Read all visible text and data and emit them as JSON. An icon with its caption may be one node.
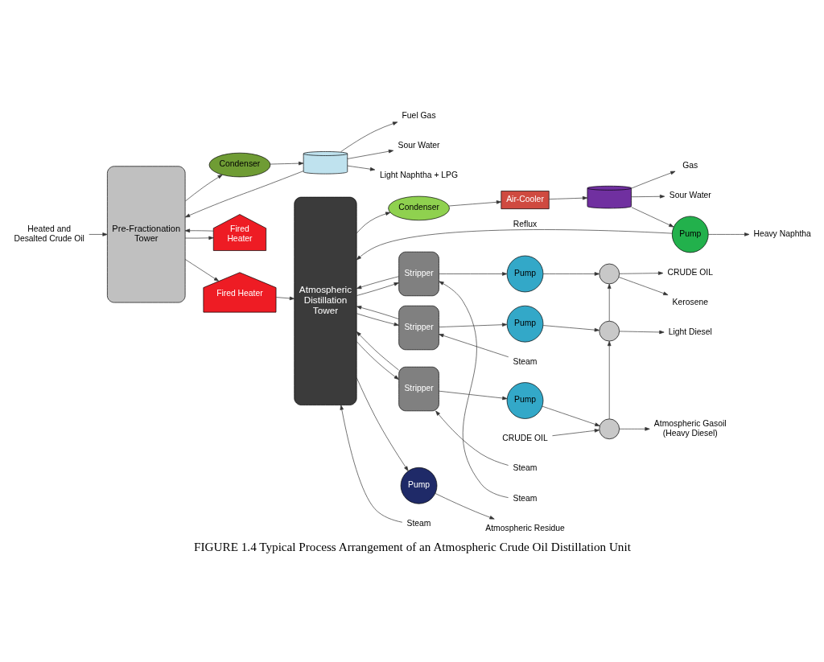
{
  "diagram": {
    "caption": "FIGURE 1.4 Typical Process Arrangement of an Atmospheric Crude Oil Distillation Unit",
    "nodes": [
      {
        "text": [
          "Condenser"
        ]
      },
      {
        "text": [
          "Fuel Gas"
        ]
      },
      {
        "text": [],
        "shape": "cylinder"
      },
      {
        "text": [
          "Sour Water"
        ]
      },
      {
        "text": [
          "Light Naphtha + LPG"
        ]
      },
      {
        "text": [
          "Pre-Fractionation Tower"
        ]
      },
      {
        "text": [
          "Heated and Desalted Crude Oil"
        ]
      },
      {
        "text": [
          "Fired Heater"
        ]
      },
      {
        "text": [
          "Fired Heater"
        ]
      },
      {
        "text": [
          "Atmospheric Distillation Tower"
        ]
      },
      {
        "text": [
          "Condenser"
        ]
      },
      {
        "text": [
          "Air-Cooler"
        ]
      },
      {
        "text": [],
        "shape": "cylinder"
      },
      {
        "text": [
          "Gas"
        ]
      },
      {
        "text": [
          "Sour Water"
        ]
      },
      {
        "text": [
          "Pump"
        ]
      },
      {
        "text": [
          "Heavy Naphtha"
        ]
      },
      {
        "text": [
          "Stripper"
        ]
      },
      {
        "text": [
          "Steam"
        ]
      },
      {
        "text": [
          "Pump"
        ]
      },
      {
        "text": [],
        "shape": "circle"
      },
      {
        "text": [
          "CRUDE OIL"
        ]
      },
      {
        "text": [
          "Kerosene"
        ]
      },
      {
        "text": [
          "Stripper"
        ]
      },
      {
        "text": [
          "Steam"
        ]
      },
      {
        "text": [
          "Pump"
        ]
      },
      {
        "text": [],
        "shape": "circle"
      },
      {
        "text": [
          "Light Diesel"
        ]
      },
      {
        "text": [
          "Stripper"
        ]
      },
      {
        "text": [
          "Steam"
        ]
      },
      {
        "text": [
          "Pump"
        ]
      },
      {
        "text": [],
        "shape": "circle"
      },
      {
        "text": [
          "Atmospheric Gasoil (Heavy Diesel)"
        ]
      },
      {
        "text": [
          "CRUDE OIL"
        ]
      },
      {
        "text": [
          "Steam"
        ]
      },
      {
        "text": [
          "Pump"
        ]
      },
      {
        "text": [
          "Atmospheric Residue"
        ]
      }
    ],
    "edges": [
      {
        "from": 6,
        "to": 5,
        "arrow": "to"
      },
      {
        "from": 5,
        "to": 0,
        "arrow": "to"
      },
      {
        "from": 0,
        "to": 2,
        "arrow": "to"
      },
      {
        "from": 2,
        "to": 1,
        "arrow": "to"
      },
      {
        "from": 2,
        "to": 3,
        "arrow": "to"
      },
      {
        "from": 2,
        "to": 4,
        "arrow": "to"
      },
      {
        "from": 2,
        "to": 5,
        "arrow": "to"
      },
      {
        "from": 5,
        "to": 7,
        "arrow": "to"
      },
      {
        "from": 7,
        "to": 5,
        "arrow": "to"
      },
      {
        "from": 5,
        "to": 8,
        "arrow": "to"
      },
      {
        "from": 8,
        "to": 9,
        "arrow": "to"
      },
      {
        "from": 9,
        "to": 10,
        "arrow": "to"
      },
      {
        "from": 10,
        "to": 11,
        "arrow": "to"
      },
      {
        "from": 11,
        "to": 12,
        "arrow": "to"
      },
      {
        "from": 12,
        "to": 13,
        "arrow": "to"
      },
      {
        "from": 12,
        "to": 14,
        "arrow": "to"
      },
      {
        "from": 12,
        "to": 15,
        "arrow": "to"
      },
      {
        "from": 15,
        "to": 9,
        "label": "Reflux",
        "arrow": "to"
      },
      {
        "from": 15,
        "to": 16,
        "arrow": "to"
      },
      {
        "from": 9,
        "to": 17,
        "arrow": "to"
      },
      {
        "from": 17,
        "to": 9,
        "arrow": "to"
      },
      {
        "from": 18,
        "to": 17,
        "arrow": "to"
      },
      {
        "from": 17,
        "to": 19,
        "arrow": "to"
      },
      {
        "from": 19,
        "to": 20,
        "arrow": "to"
      },
      {
        "from": 20,
        "to": 22,
        "arrow": "to"
      },
      {
        "from": 20,
        "to": 21,
        "arrow": "to"
      },
      {
        "from": 9,
        "to": 23,
        "arrow": "to"
      },
      {
        "from": 23,
        "to": 9,
        "arrow": "to"
      },
      {
        "from": 24,
        "to": 23,
        "arrow": "to"
      },
      {
        "from": 23,
        "to": 25,
        "arrow": "to"
      },
      {
        "from": 25,
        "to": 26,
        "arrow": "to"
      },
      {
        "from": 26,
        "to": 27,
        "arrow": "to"
      },
      {
        "from": 26,
        "to": 20,
        "arrow": "to"
      },
      {
        "from": 9,
        "to": 28,
        "arrow": "to"
      },
      {
        "from": 28,
        "to": 9,
        "arrow": "to"
      },
      {
        "from": 29,
        "to": 28,
        "arrow": "to"
      },
      {
        "from": 28,
        "to": 30,
        "arrow": "to"
      },
      {
        "from": 30,
        "to": 31,
        "arrow": "to"
      },
      {
        "from": 31,
        "to": 32,
        "arrow": "to"
      },
      {
        "from": 31,
        "to": 26,
        "arrow": "to"
      },
      {
        "from": 33,
        "to": 31,
        "arrow": "to"
      },
      {
        "from": 34,
        "to": 9,
        "arrow": "to"
      },
      {
        "from": 9,
        "to": 35,
        "arrow": "to"
      },
      {
        "from": 35,
        "to": 36,
        "arrow": "to"
      }
    ]
  }
}
